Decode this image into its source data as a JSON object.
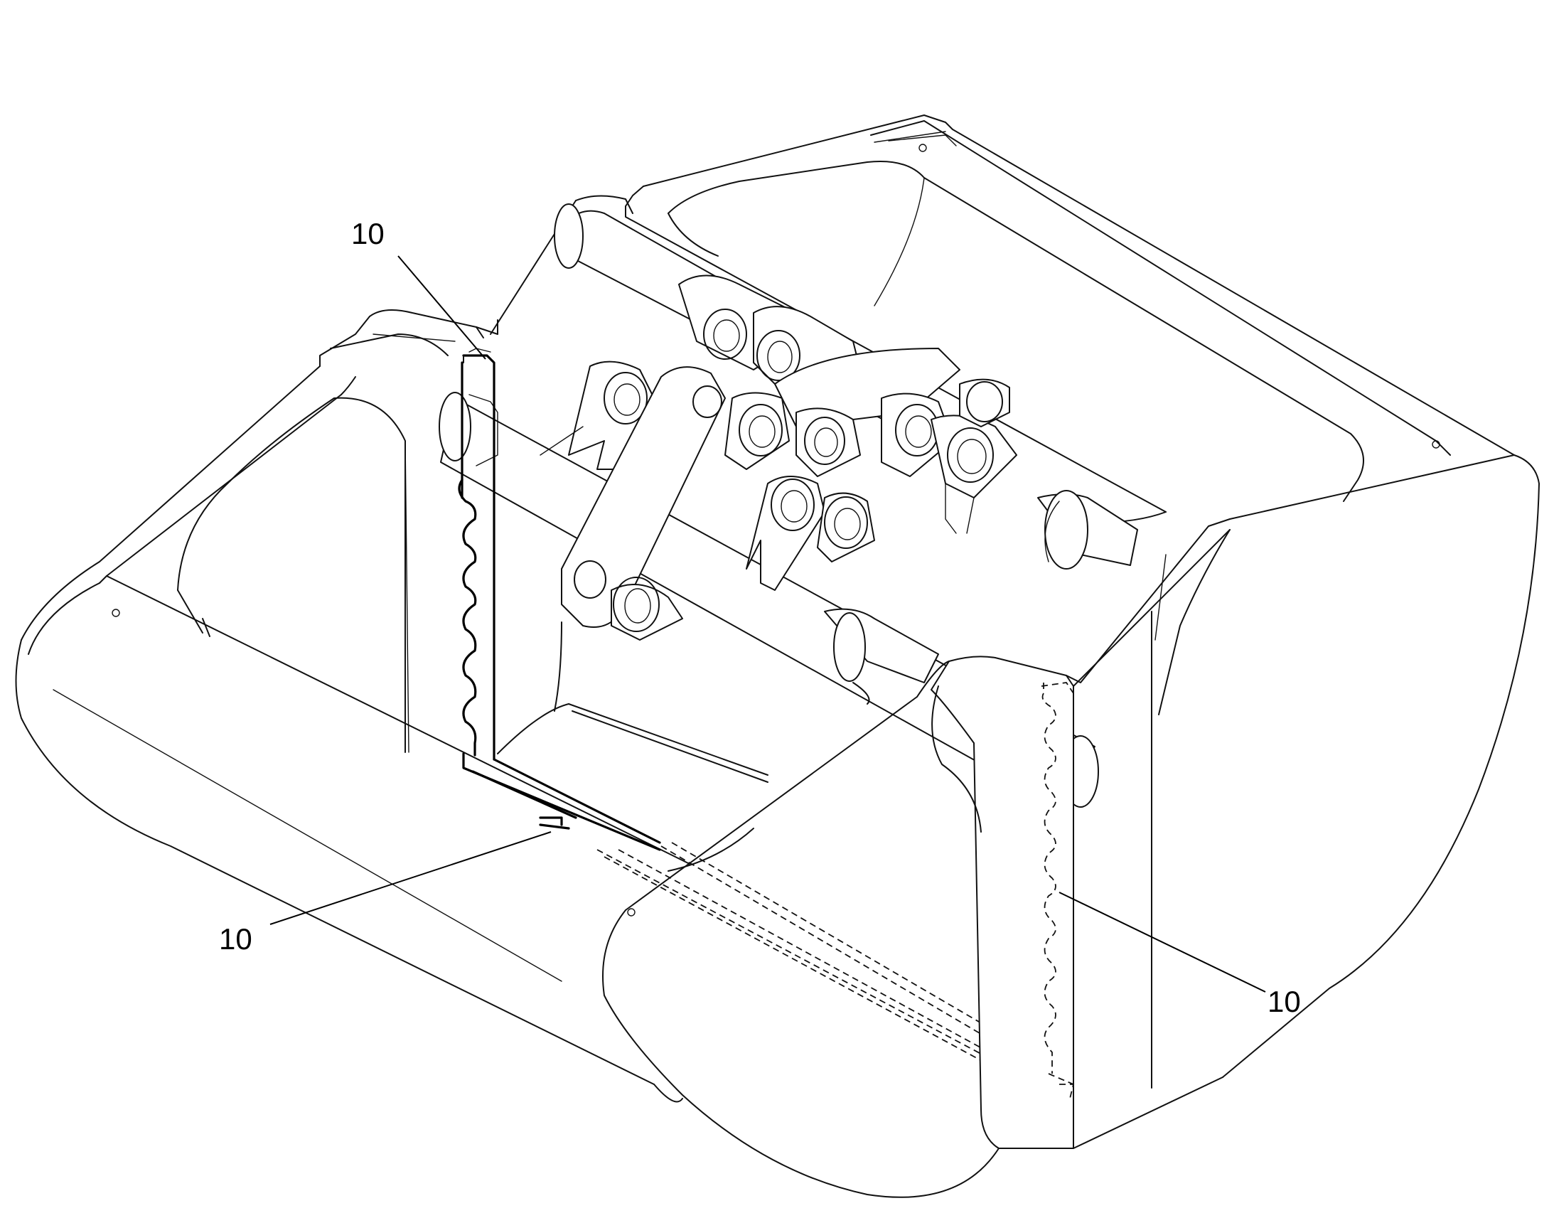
{
  "labels": [
    {
      "id": "top-left",
      "text": "10"
    },
    {
      "id": "bottom-left",
      "text": "10"
    },
    {
      "id": "right",
      "text": "10"
    }
  ]
}
